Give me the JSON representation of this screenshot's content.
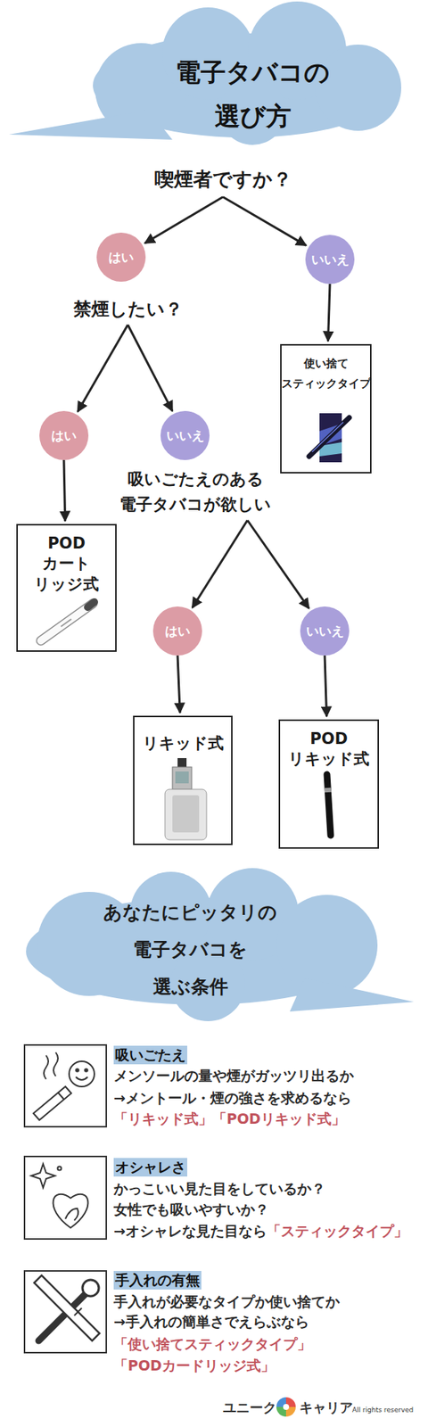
{
  "diagram": {
    "title": "電子タバコの 選び方",
    "nodes": [
      {
        "text": [
          "喫煙者ですか？"
        ]
      },
      {
        "text": [
          "はい"
        ]
      },
      {
        "text": [
          "いいえ"
        ]
      },
      {
        "text": [
          "禁煙したい？"
        ]
      },
      {
        "text": [
          "使い捨て スティックタイプ"
        ]
      },
      {
        "text": [
          "はい"
        ]
      },
      {
        "text": [
          "いいえ"
        ]
      },
      {
        "text": [
          "吸いごたえのある 電子タバコが欲しい"
        ]
      },
      {
        "text": [
          "POD カート リッジ式"
        ]
      },
      {
        "text": [
          "はい"
        ]
      },
      {
        "text": [
          "いいえ"
        ]
      },
      {
        "text": [
          "リキッド式"
        ]
      },
      {
        "text": [
          "POD リキッド式"
        ]
      },
      {
        "text": [
          "あなたにピッタリの 電子タバコを 選ぶ条件"
        ]
      }
    ],
    "edges": [
      {
        "from": 0,
        "to": 1,
        "arrow": "to"
      },
      {
        "from": 0,
        "to": 2,
        "arrow": "to"
      },
      {
        "from": 2,
        "to": 4,
        "arrow": "to"
      },
      {
        "from": 3,
        "to": 5,
        "arrow": "to"
      },
      {
        "from": 3,
        "to": 6,
        "arrow": "to"
      },
      {
        "from": 5,
        "to": 8,
        "arrow": "to"
      },
      {
        "from": 7,
        "to": 9,
        "arrow": "to"
      },
      {
        "from": 7,
        "to": 10,
        "arrow": "to"
      },
      {
        "from": 9,
        "to": 11,
        "arrow": "to"
      },
      {
        "from": 10,
        "to": 12,
        "arrow": "to"
      }
    ],
    "labels": [
      "吸いごたえ",
      "メンソールの量や煙がガッツリ出るか",
      "→メントール・煙の強さを求めるなら",
      "「リキッド式」「PODリキッド式」",
      "オシャレさ",
      "かっこいい見た目をしているか？",
      "女性でも吸いやすいか？",
      "→オシャレな見た目なら",
      "「スティックタイプ」",
      "手入れの有無",
      "手入れが必要なタイプか使い捨てか",
      "→手入れの簡単さでえらぶなら",
      "「使い捨てスティックタイプ」",
      "「PODカードリッジ式」",
      "ユニーク",
      "キャリア",
      "All rights reserved"
    ]
  }
}
